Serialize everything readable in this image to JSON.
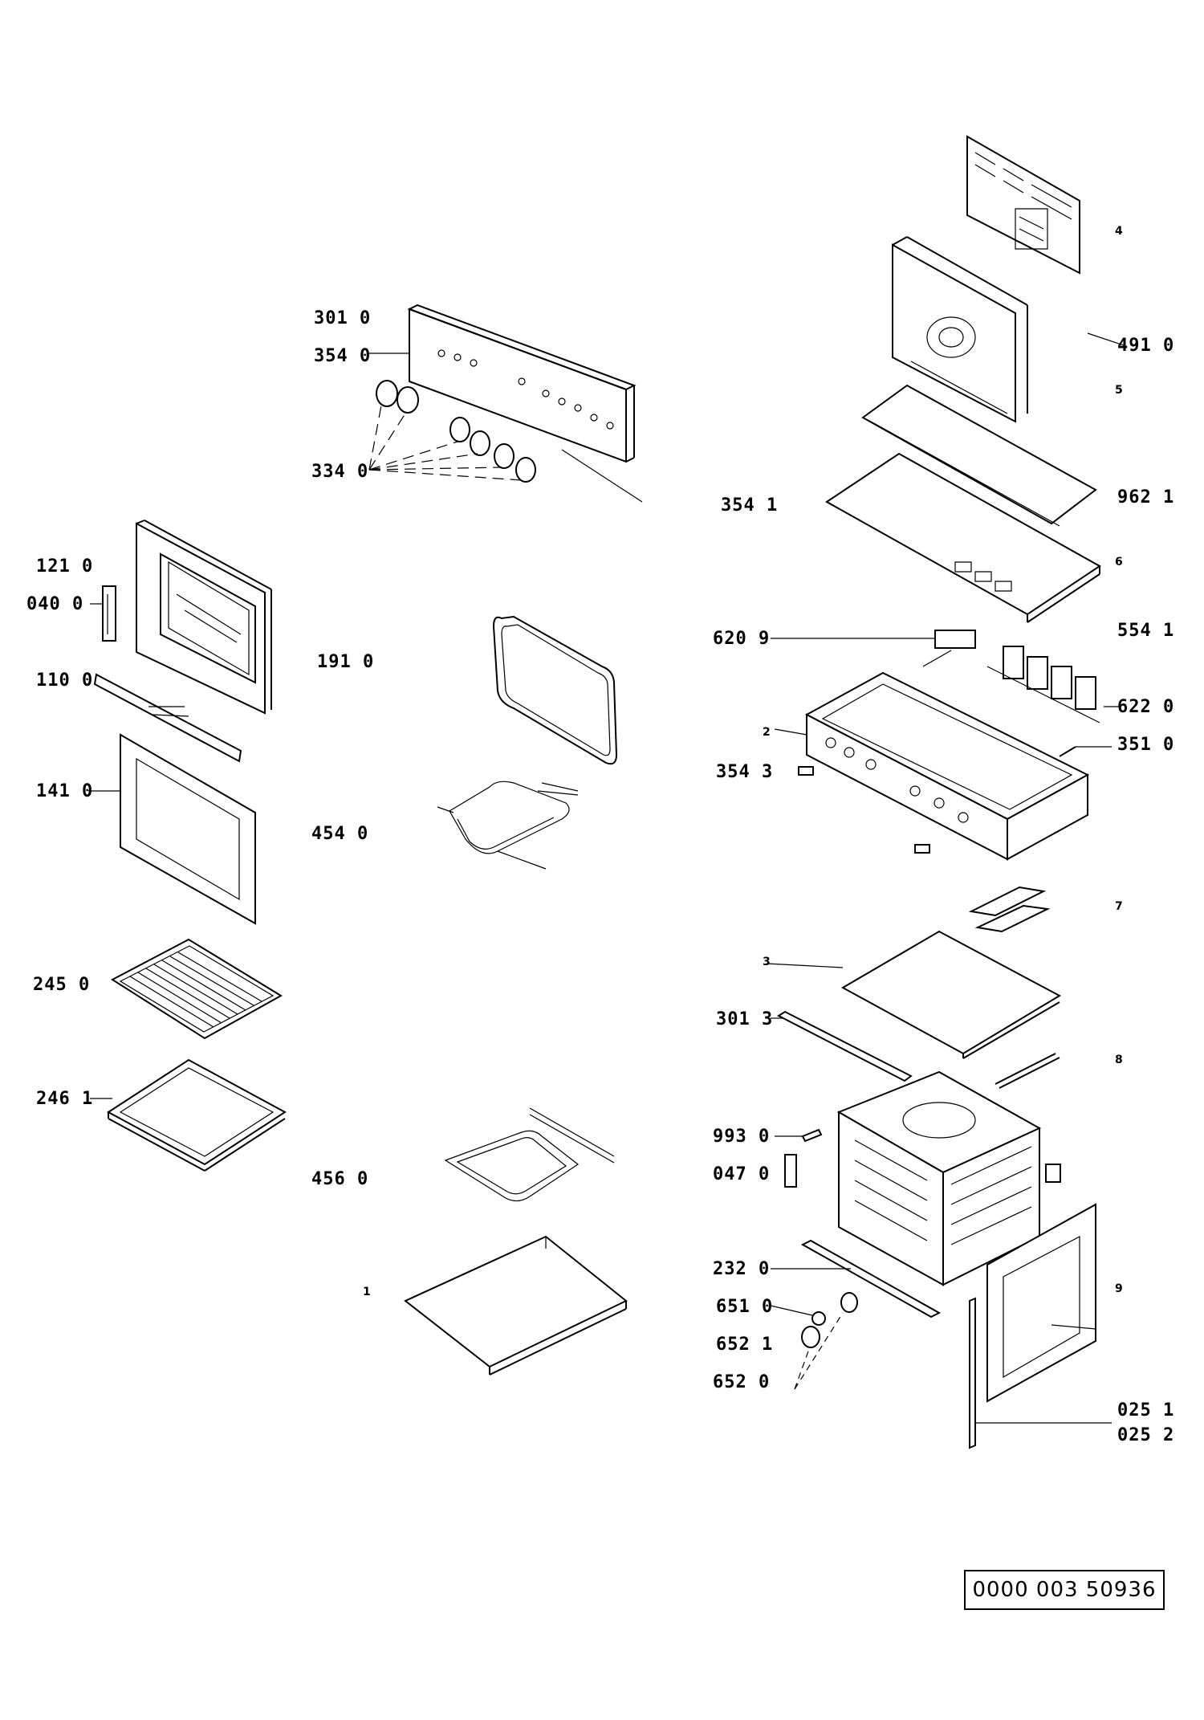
{
  "labels": {
    "l3010": "301 0",
    "l3540": "354 0",
    "l3340": "334 0",
    "l1210": "121 0",
    "l0400": "040 0",
    "l1100": "110 0",
    "l1910": "191 0",
    "l1410": "141 0",
    "l4540": "454 0",
    "l2450": "245 0",
    "l2461": "246 1",
    "l4560": "456 0",
    "l4910": "491 0",
    "l3541": "354 1",
    "l9621": "962 1",
    "l6209": "620 9",
    "l5541": "554 1",
    "l6220": "622 0",
    "l3510": "351 0",
    "l3543": "354 3",
    "l3013": "301 3",
    "l9930": "993 0",
    "l0470": "047 0",
    "l2320": "232 0",
    "l6510": "651 0",
    "l6521": "652 1",
    "l6520": "652 0",
    "l0251": "025 1",
    "l0252": "025 2"
  },
  "numbers": {
    "n1": "1",
    "n2": "2",
    "n3": "3",
    "n4": "4",
    "n5": "5",
    "n6": "6",
    "n7": "7",
    "n8": "8",
    "n9": "9"
  },
  "reference": "0000 003 50936"
}
